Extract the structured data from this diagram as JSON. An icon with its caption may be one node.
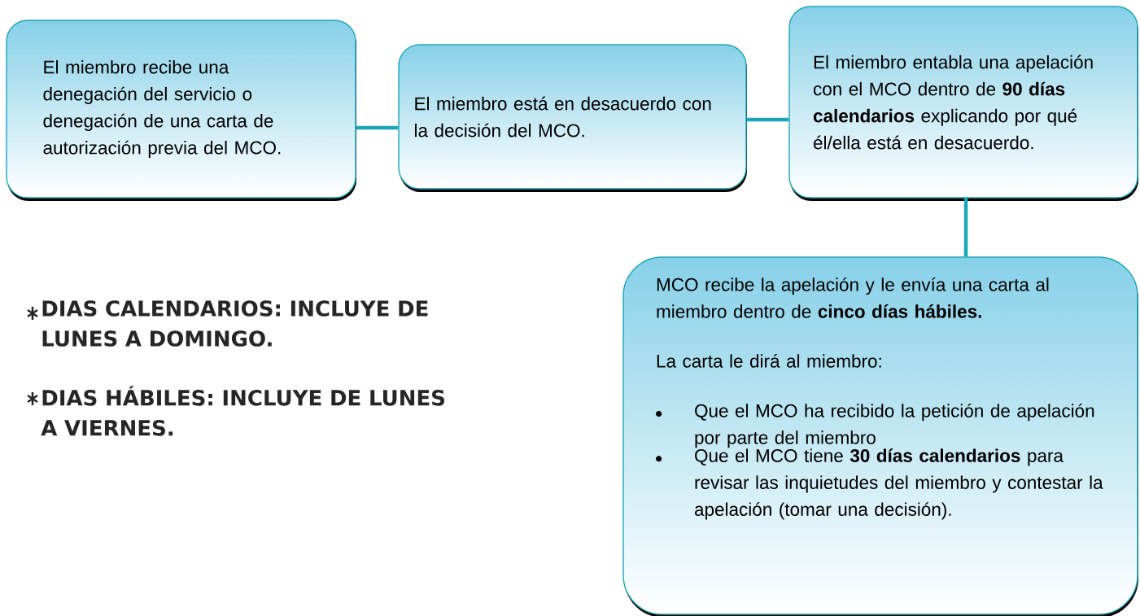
{
  "diagram": {
    "nodes": [
      {
        "text": [
          "El miembro recibe una denegación del servicio o denegación de una carta de autorización previa del MCO."
        ]
      },
      {
        "text": [
          "El miembro está en desacuerdo con la decisión del MCO."
        ]
      },
      {
        "text": [
          "El miembro entabla una apelación con el MCO dentro de **90 días calendarios** explicando por qué él/ella está en desacuerdo."
        ]
      },
      {
        "text": [
          "MCO recibe la apelación y le envía una carta al miembro dentro de **cinco días hábiles.**",
          "La carta le dirá al miembro:",
          "Que el MCO ha recibido la petición de apelación por parte del miembro",
          "Que el MCO tiene **30 días calendarios** para revisar las inquietudes del miembro y contestar la apelación (tomar una decisión)."
        ]
      }
    ],
    "edges": [
      {
        "from": 0,
        "to": 1,
        "arrow": "none"
      },
      {
        "from": 1,
        "to": 2,
        "arrow": "none"
      },
      {
        "from": 2,
        "to": 3,
        "arrow": "none"
      }
    ],
    "labels": [
      "DIAS CALENDARIOS: INCLUYE DE LUNES A DOMINGO.",
      "DIAS HÁBILES: INCLUYE DE LUNES A VIERNES."
    ]
  }
}
